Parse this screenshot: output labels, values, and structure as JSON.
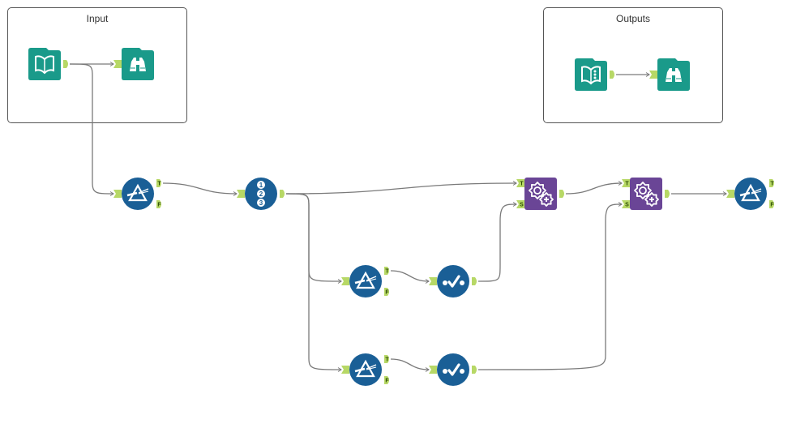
{
  "colors": {
    "canvas_bg": "#ffffff",
    "container_border": "#555555",
    "connection": "#7a7a7a",
    "anchor": "#b7d866",
    "io_tool": "#1a9a8a",
    "preparation_tool": "#1a5f96",
    "macro_tool": "#6a4596"
  },
  "containers": [
    {
      "id": "input",
      "title": "Input"
    },
    {
      "id": "outputs",
      "title": "Outputs"
    }
  ],
  "nodes": [
    {
      "id": "input-data",
      "type": "input-data",
      "icon": "book-icon",
      "category": "io",
      "container": "input",
      "inputs": [],
      "outputs": [
        ""
      ]
    },
    {
      "id": "browse-1",
      "type": "browse",
      "icon": "binoculars-icon",
      "category": "io",
      "container": "input",
      "inputs": [
        ""
      ],
      "outputs": []
    },
    {
      "id": "output-data",
      "type": "output-data",
      "icon": "book-dots-icon",
      "category": "io",
      "container": "outputs",
      "inputs": [],
      "outputs": [
        ""
      ]
    },
    {
      "id": "browse-2",
      "type": "browse",
      "icon": "binoculars-icon",
      "category": "io",
      "container": "outputs",
      "inputs": [
        ""
      ],
      "outputs": []
    },
    {
      "id": "filter-1",
      "type": "filter",
      "icon": "filter-prism-icon",
      "category": "preparation",
      "inputs": [
        ""
      ],
      "outputs": [
        "T",
        "F"
      ]
    },
    {
      "id": "record-id",
      "type": "record-id",
      "icon": "numbered-list-icon",
      "category": "preparation",
      "inputs": [
        ""
      ],
      "outputs": [
        ""
      ]
    },
    {
      "id": "filter-2",
      "type": "filter",
      "icon": "filter-prism-icon",
      "category": "preparation",
      "inputs": [
        ""
      ],
      "outputs": [
        "T",
        "F"
      ]
    },
    {
      "id": "select-1",
      "type": "select",
      "icon": "select-check-icon",
      "category": "preparation",
      "inputs": [
        ""
      ],
      "outputs": [
        ""
      ]
    },
    {
      "id": "filter-3",
      "type": "filter",
      "icon": "filter-prism-icon",
      "category": "preparation",
      "inputs": [
        ""
      ],
      "outputs": [
        "T",
        "F"
      ]
    },
    {
      "id": "select-2",
      "type": "select",
      "icon": "select-check-icon",
      "category": "preparation",
      "inputs": [
        ""
      ],
      "outputs": [
        ""
      ]
    },
    {
      "id": "macro-1",
      "type": "macro",
      "icon": "gears-plus-icon",
      "category": "macro",
      "inputs": [
        "T",
        "S"
      ],
      "outputs": [
        ""
      ]
    },
    {
      "id": "macro-2",
      "type": "macro",
      "icon": "gears-plus-icon",
      "category": "macro",
      "inputs": [
        "T",
        "S"
      ],
      "outputs": [
        ""
      ]
    },
    {
      "id": "filter-4",
      "type": "filter",
      "icon": "filter-prism-icon",
      "category": "preparation",
      "inputs": [
        ""
      ],
      "outputs": [
        "T",
        "F"
      ]
    }
  ],
  "connections": [
    {
      "from": "input-data",
      "from_anchor": "",
      "to": "browse-1",
      "to_anchor": ""
    },
    {
      "from": "input-data",
      "from_anchor": "",
      "to": "filter-1",
      "to_anchor": ""
    },
    {
      "from": "output-data",
      "from_anchor": "",
      "to": "browse-2",
      "to_anchor": ""
    },
    {
      "from": "filter-1",
      "from_anchor": "T",
      "to": "record-id",
      "to_anchor": ""
    },
    {
      "from": "record-id",
      "from_anchor": "",
      "to": "macro-1",
      "to_anchor": "T"
    },
    {
      "from": "record-id",
      "from_anchor": "",
      "to": "filter-2",
      "to_anchor": ""
    },
    {
      "from": "record-id",
      "from_anchor": "",
      "to": "filter-3",
      "to_anchor": ""
    },
    {
      "from": "filter-2",
      "from_anchor": "T",
      "to": "select-1",
      "to_anchor": ""
    },
    {
      "from": "select-1",
      "from_anchor": "",
      "to": "macro-1",
      "to_anchor": "S"
    },
    {
      "from": "filter-3",
      "from_anchor": "T",
      "to": "select-2",
      "to_anchor": ""
    },
    {
      "from": "select-2",
      "from_anchor": "",
      "to": "macro-2",
      "to_anchor": "S"
    },
    {
      "from": "macro-1",
      "from_anchor": "",
      "to": "macro-2",
      "to_anchor": "T"
    },
    {
      "from": "macro-2",
      "from_anchor": "",
      "to": "filter-4",
      "to_anchor": ""
    }
  ]
}
